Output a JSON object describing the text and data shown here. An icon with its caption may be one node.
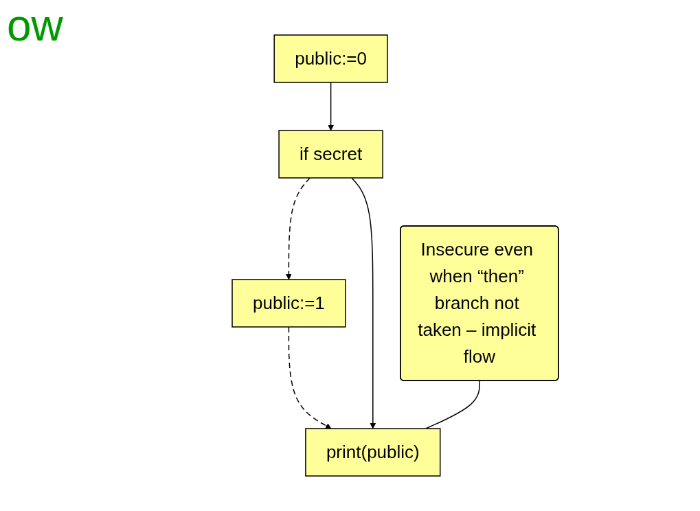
{
  "diagram": {
    "title": "ow",
    "nodes": [
      {
        "text": [
          "public:=0"
        ]
      },
      {
        "text": [
          "if secret"
        ]
      },
      {
        "text": [
          "public:=1"
        ]
      },
      {
        "text": [
          "print(public)"
        ]
      },
      {
        "text": [
          "Insecure even when “then” branch not taken – implicit flow"
        ]
      }
    ],
    "edges": [
      {
        "from": 0,
        "to": 1,
        "arrow": "to"
      },
      {
        "from": 1,
        "to": 2,
        "arrow": "to",
        "style": "dashed"
      },
      {
        "from": 2,
        "to": 3,
        "arrow": "to",
        "style": "dashed"
      },
      {
        "from": 1,
        "to": 3,
        "arrow": "to"
      },
      {
        "from": 4,
        "to": 3,
        "arrow": "none"
      }
    ]
  }
}
